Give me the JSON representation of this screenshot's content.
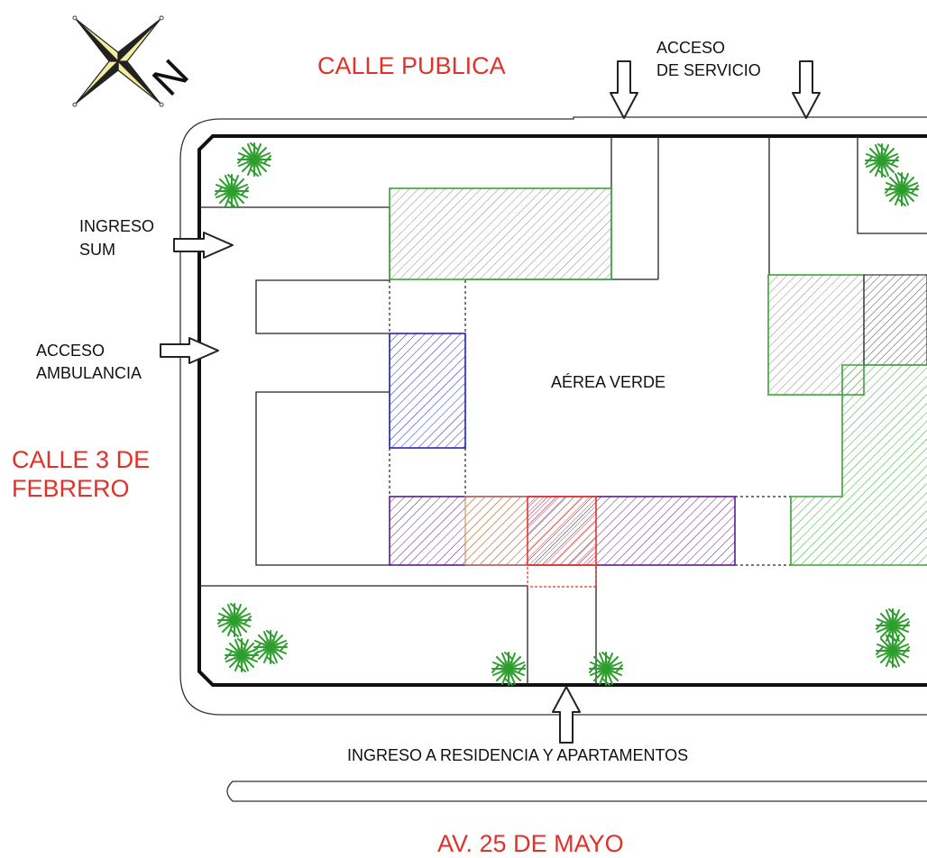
{
  "streets": {
    "north": "CALLE PUBLICA",
    "west_line1": "CALLE 3 DE",
    "west_line2": "FEBRERO",
    "south": "AV. 25 DE MAYO"
  },
  "access": {
    "service_line1": "ACCESO",
    "service_line2": "DE SERVICIO",
    "sum_line1": "INGRESO",
    "sum_line2": "SUM",
    "ambulance_line1": "ACCESO",
    "ambulance_line2": "AMBULANCIA",
    "residence": "INGRESO A RESIDENCIA Y APARTAMENTOS"
  },
  "zones": {
    "green_area": "AÉREA VERDE"
  },
  "compass": {
    "north_letter": "N",
    "icon": "compass-rose-icon"
  },
  "colors": {
    "street_text": "#e0312b",
    "hatch_green": "#3aa33a",
    "hatch_gray": "#8a8a8a",
    "hatch_blue": "#2323c8",
    "hatch_purple": "#5c1a8c",
    "hatch_red": "#e8332b",
    "tree": "#2e9e2e"
  }
}
